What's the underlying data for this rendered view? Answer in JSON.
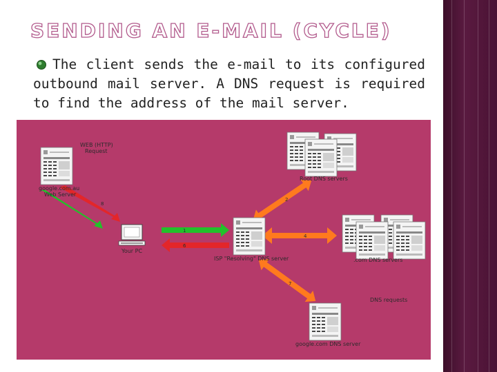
{
  "slide": {
    "title": "SENDING AN E-MAIL (CYCLE)",
    "bullet_icon": "circle-bullet-icon",
    "bullet_text": "The client sends the e-mail to its configured outbound mail server. A DNS request is required to find the address of the mail server."
  },
  "diagram": {
    "labels": {
      "web_request": "WEB (HTTP)\nRequest",
      "web_server": "google.com.au\nWeb Server",
      "your_pc": "Your PC",
      "resolving_dns": "ISP \"Resolving\" DNS server",
      "root_dns": "Root DNS servers",
      "com_dns": ".com DNS servers",
      "dns_requests": "DNS requests",
      "google_dns": "google.com DNS server"
    },
    "arrow_numbers": {
      "web": "8",
      "pc_to_resolver": "1",
      "resolver_to_pc": "6",
      "root": "2",
      "com": "4",
      "google": "7"
    },
    "colors": {
      "background": "#b53a6a",
      "green_arrow": "#22c12a",
      "red_arrow": "#e3262a",
      "orange_arrow": "#ff7a1e"
    }
  }
}
